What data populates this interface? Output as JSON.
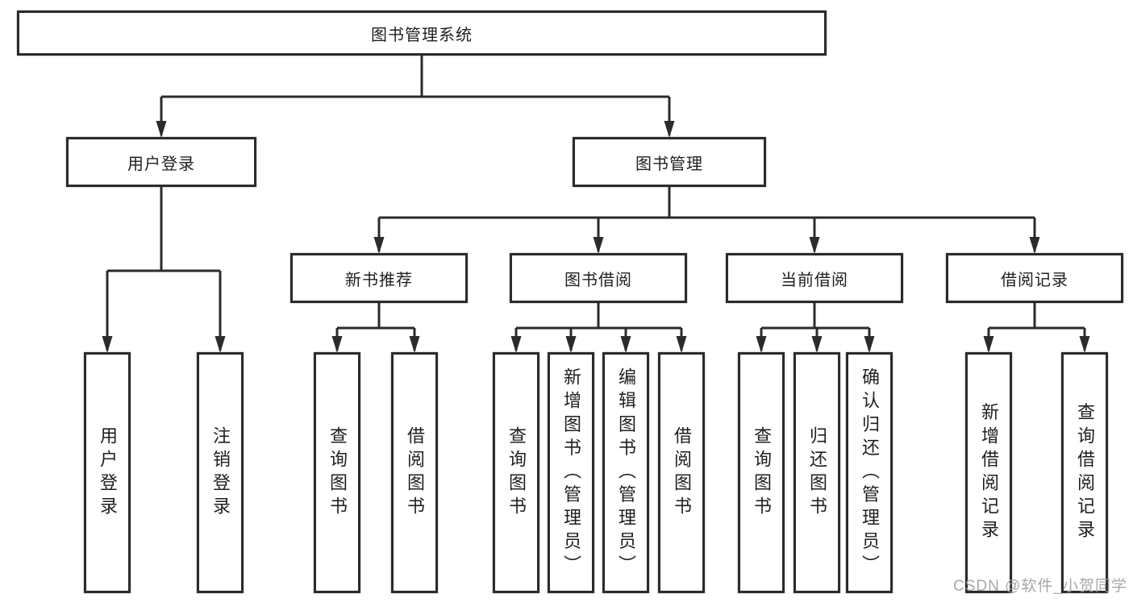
{
  "tree": {
    "root": {
      "label": "图书管理系统",
      "children": [
        {
          "label": "用户登录",
          "children": [
            {
              "label": "用户登录"
            },
            {
              "label": "注销登录"
            }
          ]
        },
        {
          "label": "图书管理",
          "children": [
            {
              "label": "新书推荐",
              "children": [
                {
                  "label": "查询图书"
                },
                {
                  "label": "借阅图书"
                }
              ]
            },
            {
              "label": "图书借阅",
              "children": [
                {
                  "label": "查询图书"
                },
                {
                  "label": "新增图书（管理员）"
                },
                {
                  "label": "编辑图书（管理员）"
                },
                {
                  "label": "借阅图书"
                }
              ]
            },
            {
              "label": "当前借阅",
              "children": [
                {
                  "label": "查询图书"
                },
                {
                  "label": "归还图书"
                },
                {
                  "label": "确认归还（管理员）"
                }
              ]
            },
            {
              "label": "借阅记录",
              "children": [
                {
                  "label": "新增借阅记录"
                },
                {
                  "label": "查询借阅记录"
                }
              ]
            }
          ]
        }
      ]
    }
  },
  "watermark": {
    "text": "CSDN @软件_小贺同学"
  },
  "colors": {
    "line": "#2b2b2b",
    "box_border": "#2b2b2b",
    "text": "#1f1f1f",
    "watermark": "#9e9e9e",
    "background": "#ffffff"
  }
}
